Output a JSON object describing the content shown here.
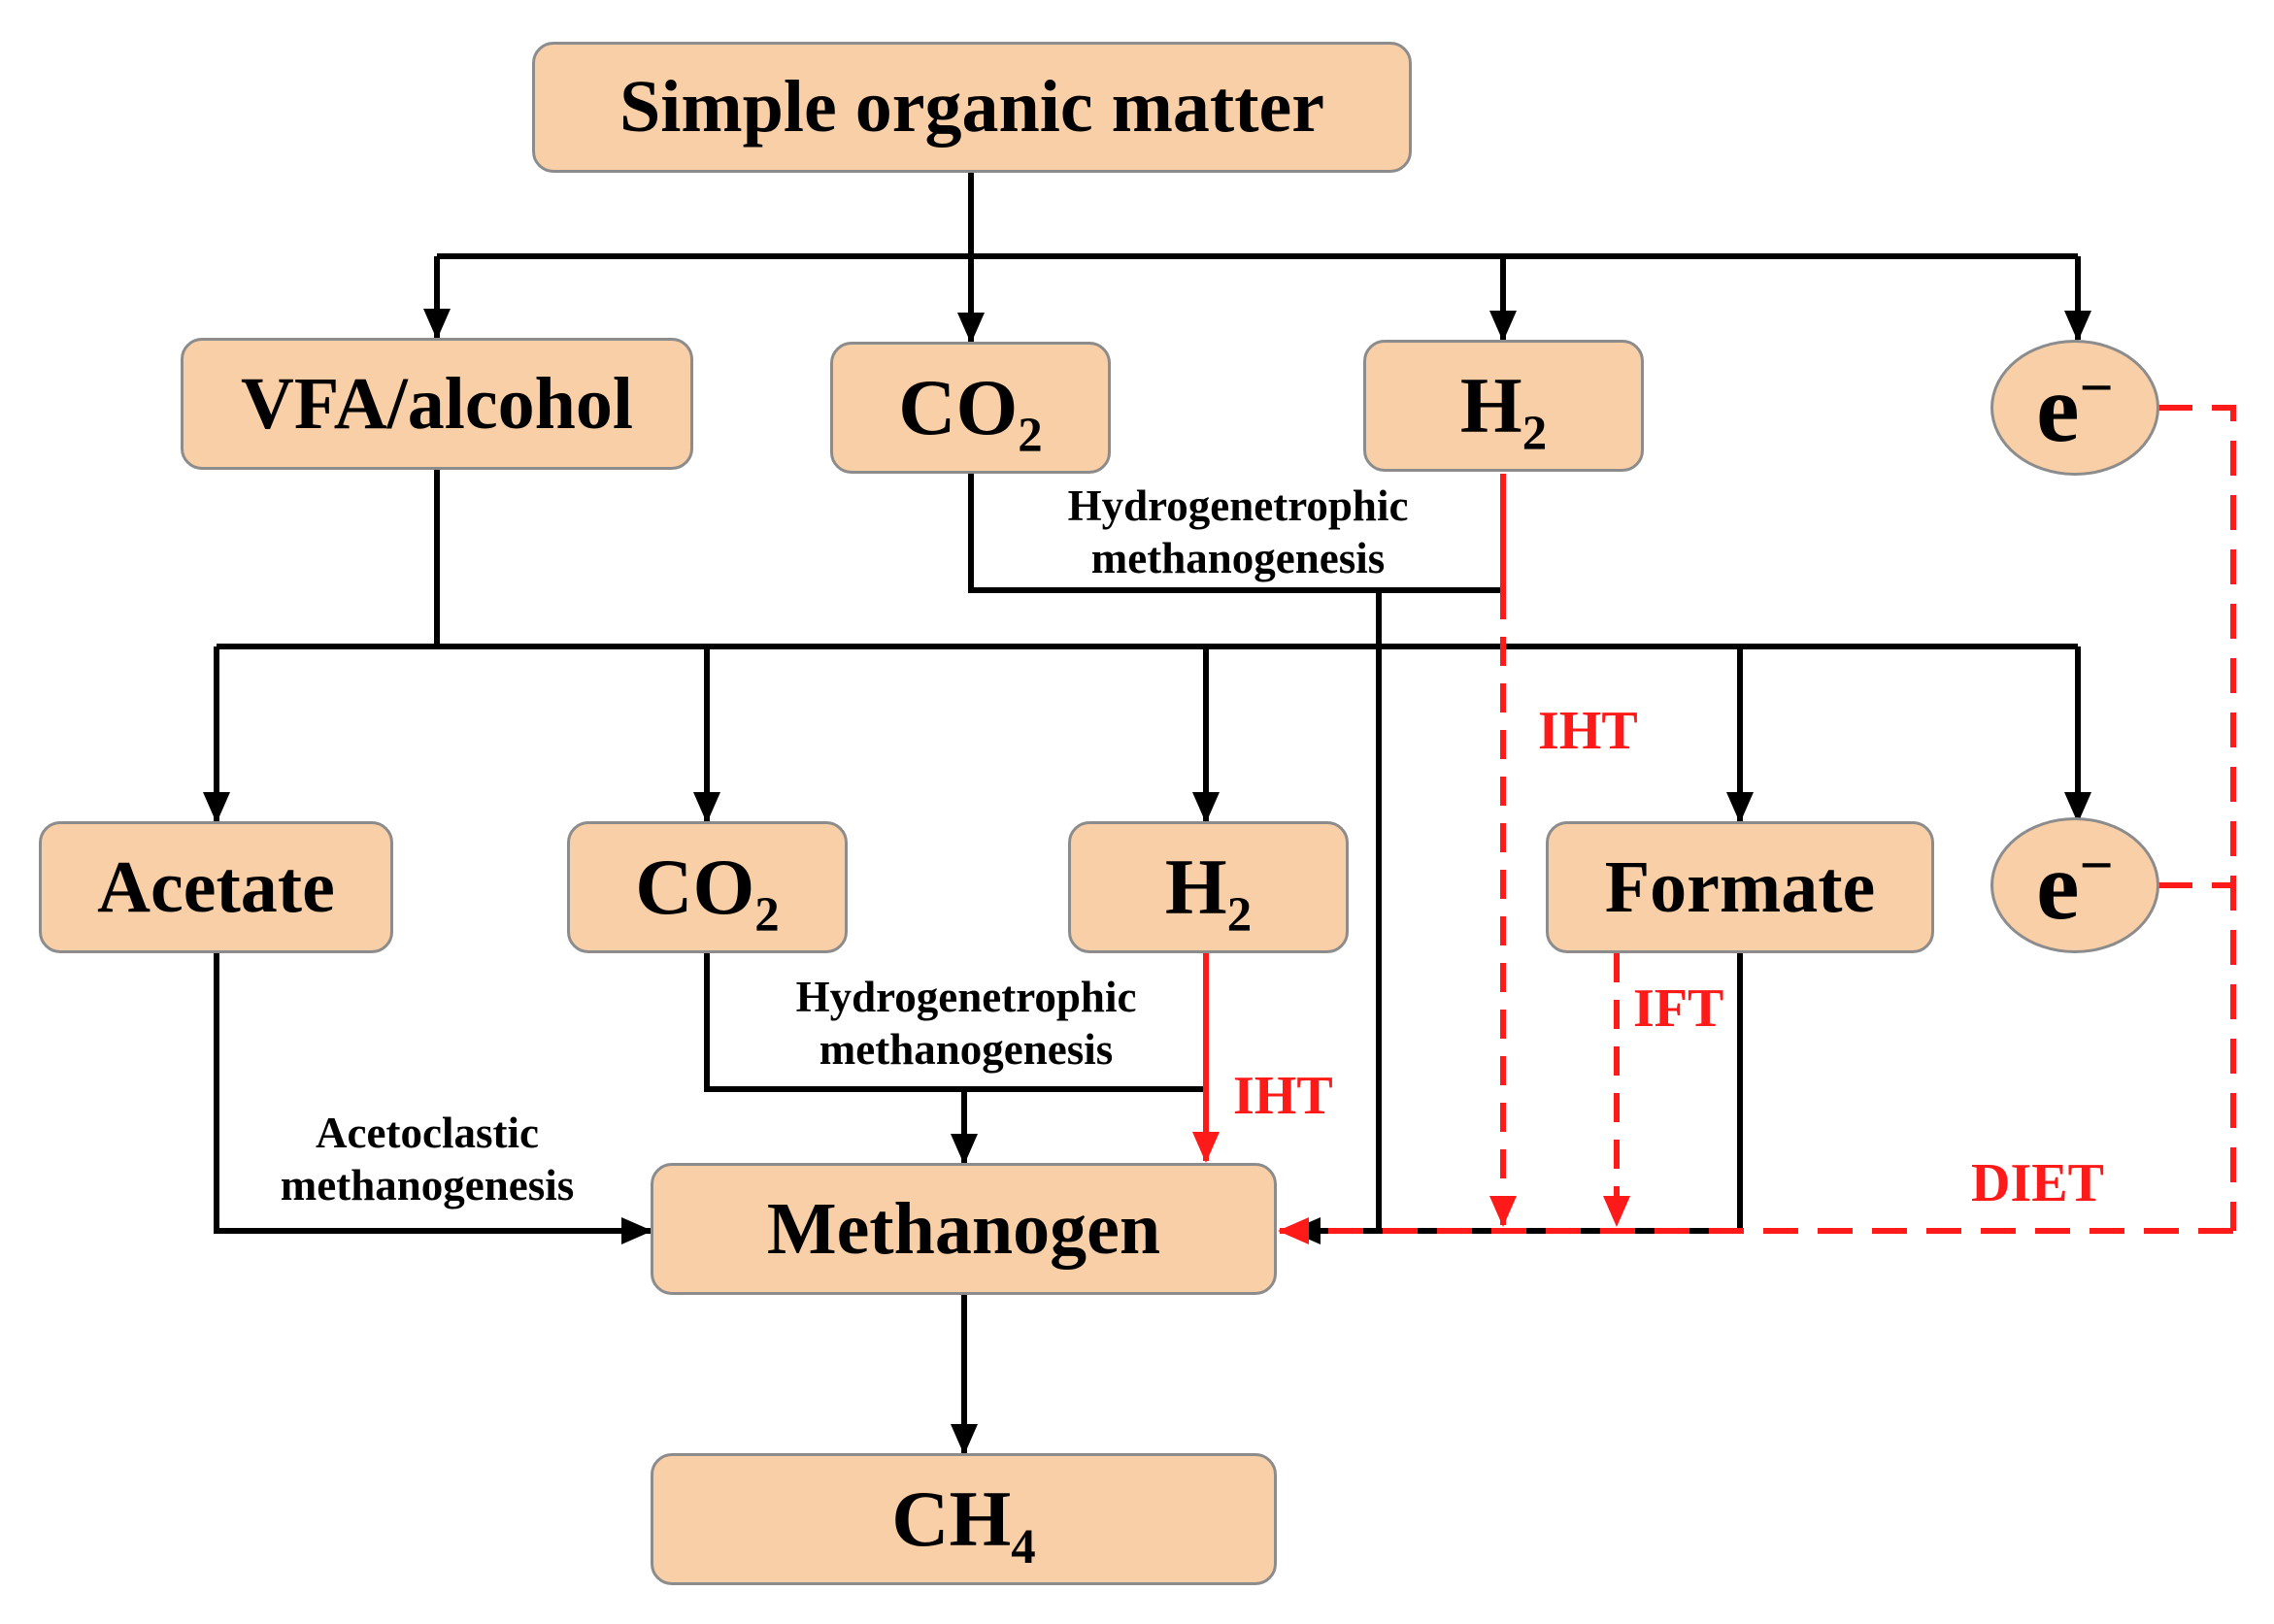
{
  "nodes": {
    "simple_organic_matter": "Simple organic matter",
    "vfa_alcohol": "VFA/alcohol",
    "co2_top": {
      "base": "CO",
      "sub": "2"
    },
    "h2_top": {
      "base": "H",
      "sub": "2"
    },
    "electron_top": {
      "base": "e",
      "sup": "−"
    },
    "acetate": "Acetate",
    "co2_mid": {
      "base": "CO",
      "sub": "2"
    },
    "h2_mid": {
      "base": "H",
      "sub": "2"
    },
    "formate": "Formate",
    "electron_mid": {
      "base": "e",
      "sup": "−"
    },
    "methanogen": "Methanogen",
    "ch4": {
      "base": "CH",
      "sub": "4"
    }
  },
  "labels": {
    "hydro_top": [
      "Hydrogenetrophic",
      "methanogenesis"
    ],
    "hydro_mid": [
      "Hydrogenetrophic",
      "methanogenesis"
    ],
    "acetoclastic": [
      "Acetoclastic",
      "methanogenesis"
    ],
    "iht_top": "IHT",
    "iht_mid": "IHT",
    "ift": "IFT",
    "diet": "DIET"
  },
  "colors": {
    "node_fill": "#f9cfa8",
    "node_border": "#8c8c8c",
    "arrow_black": "#000000",
    "arrow_red": "#ff1a1a"
  }
}
